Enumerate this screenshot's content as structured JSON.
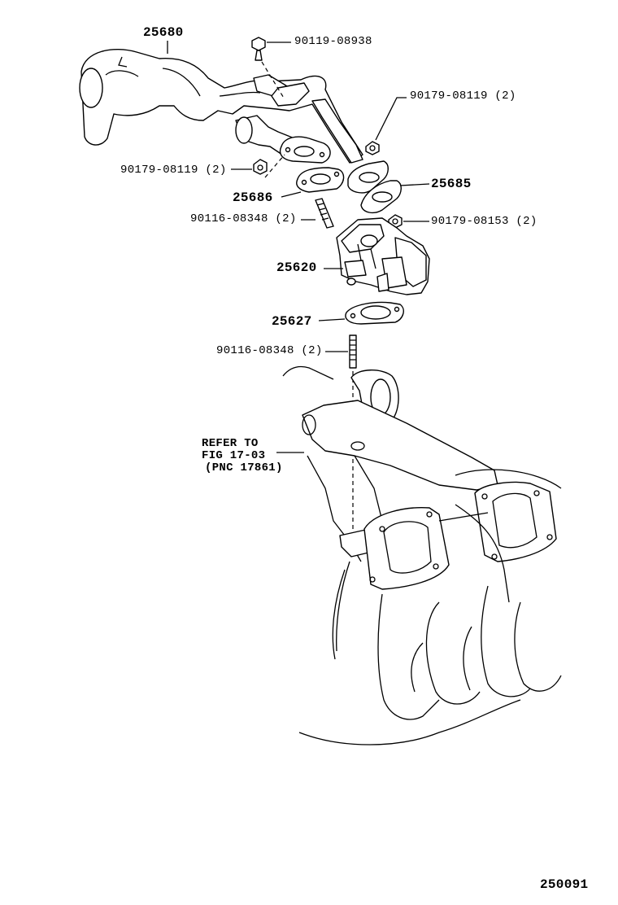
{
  "diagram_id": "250091",
  "parts": {
    "pipe": "25680",
    "bolt_top": "90119-08938",
    "nut_right": "90179-08119 (2)",
    "nut_left": "90179-08119 (2)",
    "gasket_right": "25685",
    "gasket_left": "25686",
    "stud_upper": "90116-08348 (2)",
    "nut_valve": "90179-08153 (2)",
    "egr_valve": "25620",
    "gasket_lower": "25627",
    "stud_lower": "90116-08348 (2)"
  },
  "reference": {
    "line1": "REFER TO",
    "line2": "FIG 17-03",
    "line3": "(PNC 17861)"
  }
}
